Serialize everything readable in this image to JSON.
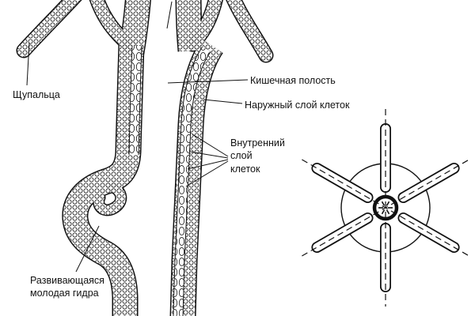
{
  "figure": {
    "type": "biology-diagram",
    "subject": "hydra longitudinal section with radial symmetry scheme",
    "labels": {
      "tentacles": "Щупальца",
      "gut_cavity": "Кишечная полость",
      "outer_cell_layer": "Наружный слой клеток",
      "inner_cell_layer": "Внутренний\nслой\nклеток",
      "developing_young_hydra": "Развивающаяся\nмолодая гидра"
    },
    "colors": {
      "ink": "#111111",
      "background": "#ffffff"
    }
  }
}
